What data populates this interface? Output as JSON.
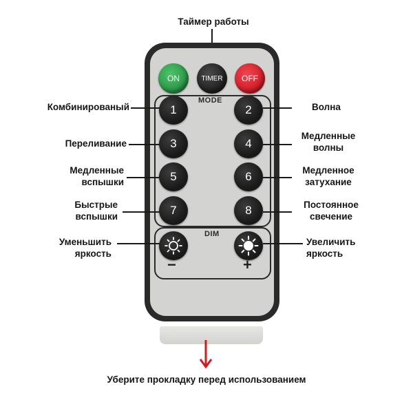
{
  "title": "Таймер работы",
  "footer": "Уберите прокладку перед использованием",
  "remote": {
    "on": "ON",
    "timer": "TIMER",
    "off": "OFF",
    "mode_label": "MODE",
    "dim_label": "DIM",
    "buttons": [
      "1",
      "2",
      "3",
      "4",
      "5",
      "6",
      "7",
      "8"
    ],
    "minus": "−",
    "plus": "+"
  },
  "labels": {
    "b1": "Комбинированый",
    "b2": "Волна",
    "b3": "Переливание",
    "b4": [
      "Медленные",
      "волны"
    ],
    "b5": [
      "Медленные",
      "вспышки"
    ],
    "b6": [
      "Медленное",
      "затухание"
    ],
    "b7": [
      "Быстрые",
      "вспышки"
    ],
    "b8": [
      "Постоянное",
      "свечение"
    ],
    "dim_minus": [
      "Уменьшить",
      "яркость"
    ],
    "dim_plus": [
      "Увеличить",
      "яркость"
    ]
  },
  "colors": {
    "on": "#2e9b4a",
    "off": "#d4202b",
    "timer": "#242424",
    "arrow": "#d41a1a",
    "body": "#2a2a2a",
    "face": "#d3d3d1"
  },
  "icons": [
    "sun-outline-icon",
    "sun-filled-icon",
    "down-arrow-icon"
  ]
}
